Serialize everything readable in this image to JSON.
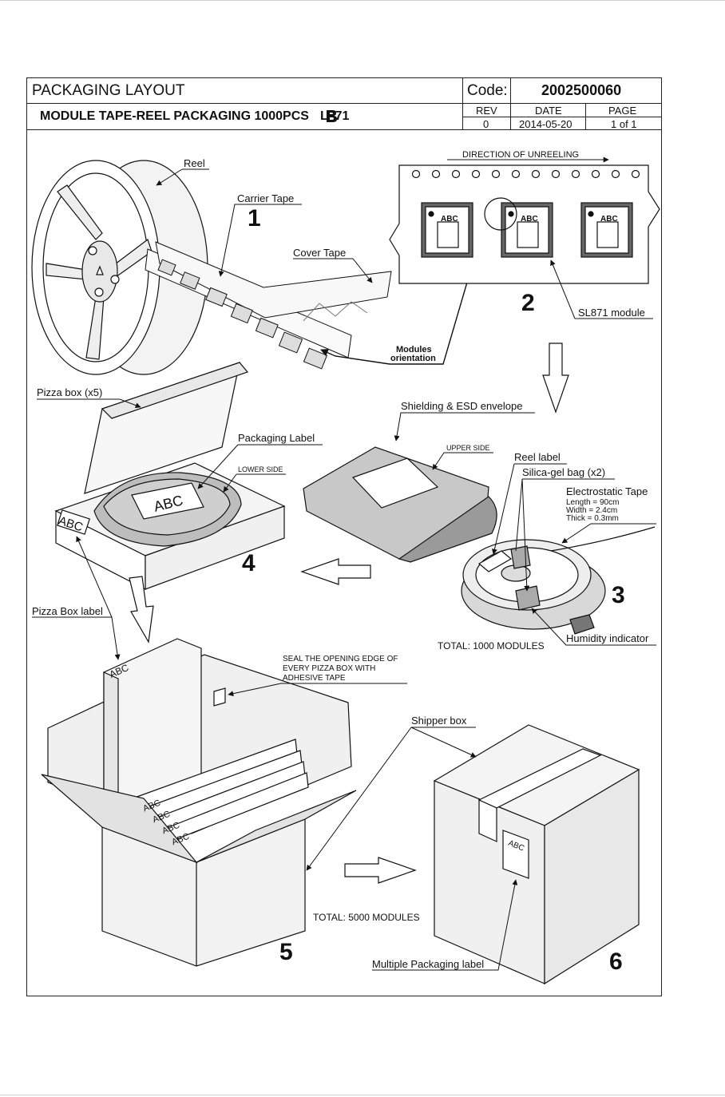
{
  "title_block": {
    "heading": "PACKAGING LAYOUT",
    "code_label": "Code:",
    "code_value": "2002500060",
    "subtitle": "MODULE TAPE-REEL PACKAGING 1000PCS",
    "subtitle_tail": "L871",
    "rev_label": "REV",
    "rev_value": "0",
    "date_label": "DATE",
    "date_value": "2014-05-20",
    "page_label": "PAGE",
    "page_value": "1 of 1"
  },
  "labels": {
    "reel": "Reel",
    "carrier_tape": "Carrier Tape",
    "cover_tape": "Cover Tape",
    "modules_orientation_1": "Modules",
    "modules_orientation_2": "orientation",
    "direction": "DIRECTION OF UNREELING",
    "sl871_module": "SL871 module",
    "module_mark": "ABC",
    "pizza_box": "Pizza box (x5)",
    "packaging_label": "Packaging Label",
    "lower_side": "LOWER SIDE",
    "shielding": "Shielding & ESD envelope",
    "upper_side": "UPPER SIDE",
    "reel_label": "Reel label",
    "silica_gel": "Silica-gel bag (x2)",
    "electrostatic_tape": "Electrostatic Tape",
    "tape_length": "Length = 90cm",
    "tape_width": "Width = 2.4cm",
    "tape_thick": "Thick = 0.3mm",
    "humidity": "Humidity indicator",
    "total_1000": "TOTAL: 1000  MODULES",
    "pizza_box_label": "Pizza Box label",
    "seal_1": "SEAL THE OPENING EDGE OF",
    "seal_2": "EVERY PIZZA BOX WITH",
    "seal_3": "ADHESIVE TAPE",
    "shipper_box": "Shipper  box",
    "total_5000": "TOTAL: 5000  MODULES",
    "multiple_label": "Multiple Packaging label",
    "box_mark": "ABC"
  },
  "step_numbers": {
    "s1": "1",
    "s2": "2",
    "s3": "3",
    "s4": "4",
    "s5": "5",
    "s6": "6"
  }
}
